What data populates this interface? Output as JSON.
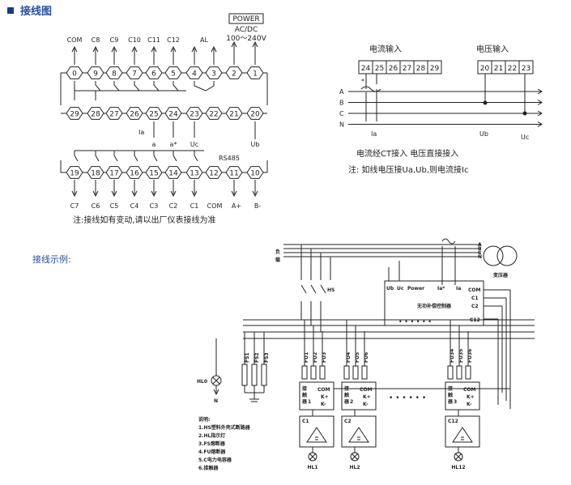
{
  "header": {
    "title": "接线图",
    "example_title": "接线示例:"
  },
  "terminal_diagram": {
    "power_label": "POWER",
    "power_sub1": "AC/DC",
    "power_sub2": "100～240V",
    "top_labels": [
      "COM",
      "C8",
      "C9",
      "C10",
      "C11",
      "C12",
      "AL"
    ],
    "row1_numbers": [
      "0",
      "9",
      "8",
      "7",
      "6",
      "5",
      "4",
      "3",
      "2",
      "1"
    ],
    "row2_numbers": [
      "29",
      "28",
      "27",
      "26",
      "25",
      "24",
      "23",
      "22",
      "21",
      "20"
    ],
    "row3_numbers": [
      "19",
      "18",
      "17",
      "16",
      "15",
      "14",
      "13",
      "12",
      "11",
      "10"
    ],
    "mid_labels": {
      "ia": "Ia",
      "a": "a",
      "a_star": "a*",
      "uc": "Uc",
      "ub": "Ub"
    },
    "rs485": "RS485",
    "bottom_labels": [
      "C7",
      "C6",
      "C5",
      "C4",
      "C3",
      "C2",
      "C1",
      "COM",
      "A+",
      "B-"
    ],
    "note": "注:接线如有变动,请以出厂仪表接线为准"
  },
  "input_diagram": {
    "current_title": "电流输入",
    "voltage_title": "电压输入",
    "current_terms": [
      "24",
      "25",
      "26",
      "27",
      "28",
      "29"
    ],
    "voltage_terms": [
      "20",
      "21",
      "22",
      "23"
    ],
    "lines": [
      "A",
      "B",
      "C",
      "N"
    ],
    "star": "*",
    "bottom": {
      "ia": "Ia",
      "ub": "Ub",
      "uc": "Uc"
    },
    "caption": "电流经CT接入    电压直接接入",
    "note": "注: 如线电压接Ua,Ub,则电流接Ic"
  },
  "example": {
    "load_chars": [
      "负",
      "载"
    ],
    "bus": [
      "A",
      "B",
      "C",
      "N"
    ],
    "transformer": "变压器",
    "hs": "HS",
    "controller": "无功补偿控制器",
    "ctrl_terms": [
      "Ub",
      "Uc",
      "Power",
      "Ia*",
      "Ia"
    ],
    "ctrl_right": [
      "COM",
      "C1",
      "C2",
      "C12"
    ],
    "fs": [
      "FS1",
      "FS2",
      "FS3"
    ],
    "fu_groups": [
      [
        "FU1",
        "FU2",
        "FU3"
      ],
      [
        "FU4",
        "FU5",
        "FU6"
      ],
      [
        "FU34",
        "FU35",
        "FU36"
      ]
    ],
    "hl0": "HL0",
    "n": "N",
    "contactor_vert": [
      "接",
      "触",
      "器"
    ],
    "contactor_nums": [
      "1",
      "2",
      "3"
    ],
    "contactor_com": "COM",
    "contactor_kp": "K+",
    "contactor_km": "K-",
    "caps": [
      "C1",
      "C2",
      "C12"
    ],
    "lamps": [
      "HL1",
      "HL2",
      "HL12"
    ],
    "dots": "• • • • • •",
    "legend": [
      "说明:",
      "1.HS塑料外壳式断路器",
      "2.HL指示灯",
      "3.FS熔断器",
      "4.FU熔断器",
      "5.C电力电容器",
      "6.接触器"
    ]
  }
}
